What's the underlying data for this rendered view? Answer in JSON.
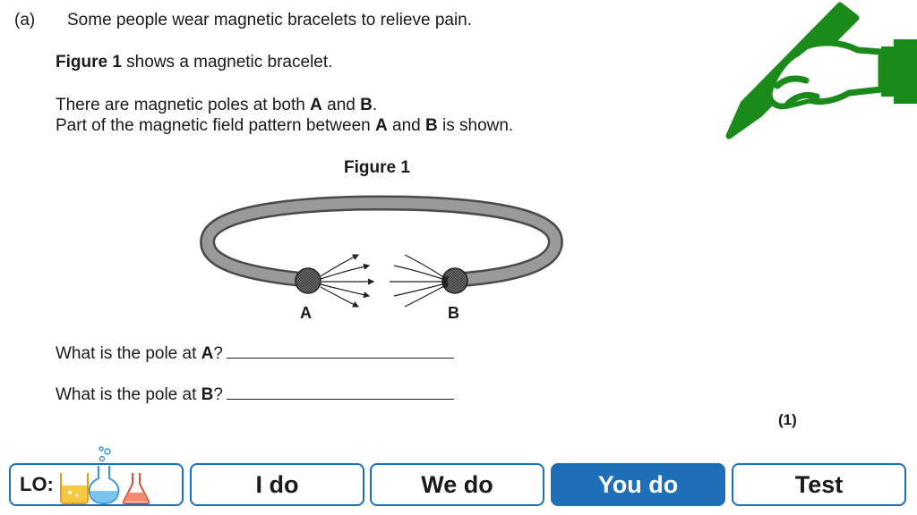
{
  "question": {
    "part_label": "(a)",
    "intro": "Some people wear magnetic bracelets to relieve pain.",
    "figure_ref_bold": "Figure 1",
    "figure_ref_rest": " shows a magnetic bracelet.",
    "poles_line": {
      "t1": "There are magnetic poles at both ",
      "a": "A",
      "t2": " and ",
      "b": "B",
      "t3": "."
    },
    "field_line": {
      "t1": "Part of the magnetic field pattern between ",
      "a": "A",
      "t2": " and ",
      "b": "B",
      "t3": " is shown."
    },
    "figure_title": "Figure 1",
    "pole_a_label": "A",
    "pole_b_label": "B",
    "q1": {
      "t1": "What is the pole at ",
      "b": "A",
      "t2": "?"
    },
    "q2": {
      "t1": "What is the pole at ",
      "b": "B",
      "t2": "?"
    },
    "marks": "(1)"
  },
  "nav": {
    "lo_label": "LO:",
    "buttons": [
      {
        "label": "I do",
        "active": false
      },
      {
        "label": "We do",
        "active": false
      },
      {
        "label": "You do",
        "active": true
      },
      {
        "label": "Test",
        "active": false
      }
    ]
  },
  "colors": {
    "accent": "#1f6fb8",
    "icon_green": "#1a8a1a",
    "bracelet": "#8c8c8c"
  },
  "icons": [
    "writing-hand-icon",
    "beaker-icon",
    "round-flask-icon",
    "conical-flask-icon"
  ]
}
